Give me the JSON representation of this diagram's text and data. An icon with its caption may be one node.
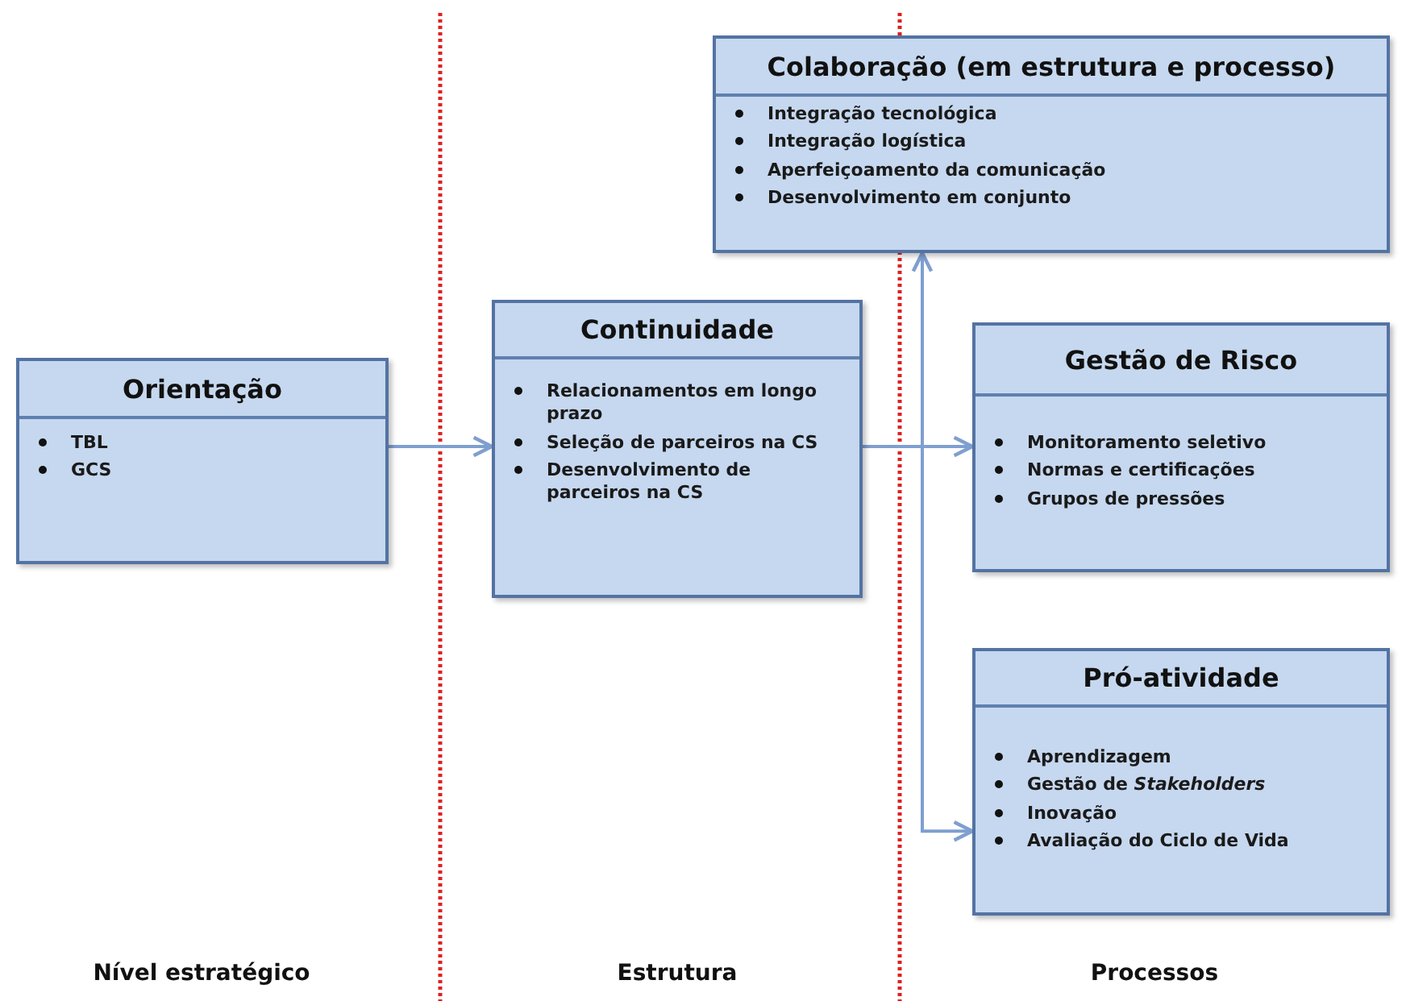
{
  "diagram": {
    "nodes": [
      {
        "text": [
          "Orientação",
          "TBL",
          "GCS"
        ]
      },
      {
        "text": [
          "Continuidade",
          "Relacionamentos em longo prazo",
          "Seleção de parceiros na CS",
          "Desenvolvimento de parceiros na CS"
        ]
      },
      {
        "text": [
          "Colaboração (em estrutura e processo)",
          "Integração tecnológica",
          "Integração logística",
          "Aperfeiçoamento da comunicação",
          "Desenvolvimento em conjunto"
        ]
      },
      {
        "text": [
          "Gestão de Risco",
          "Monitoramento seletivo",
          "Normas e certificações",
          "Grupos de pressões"
        ]
      },
      {
        "text": [
          "Pró-atividade",
          "Aprendizagem",
          "Gestão de *Stakeholders*",
          "Inovação",
          "Avaliação do Ciclo de Vida"
        ]
      }
    ],
    "edges": [
      {
        "from": 0,
        "to": 1,
        "arrow": "to"
      },
      {
        "from": 1,
        "to": 3,
        "arrow": "to"
      },
      {
        "from": 1,
        "to": 2,
        "arrow": "to"
      },
      {
        "from": 1,
        "to": 4,
        "arrow": "to"
      }
    ],
    "labels": [
      "Nível estratégico",
      "Estrutura",
      "Processos"
    ]
  }
}
